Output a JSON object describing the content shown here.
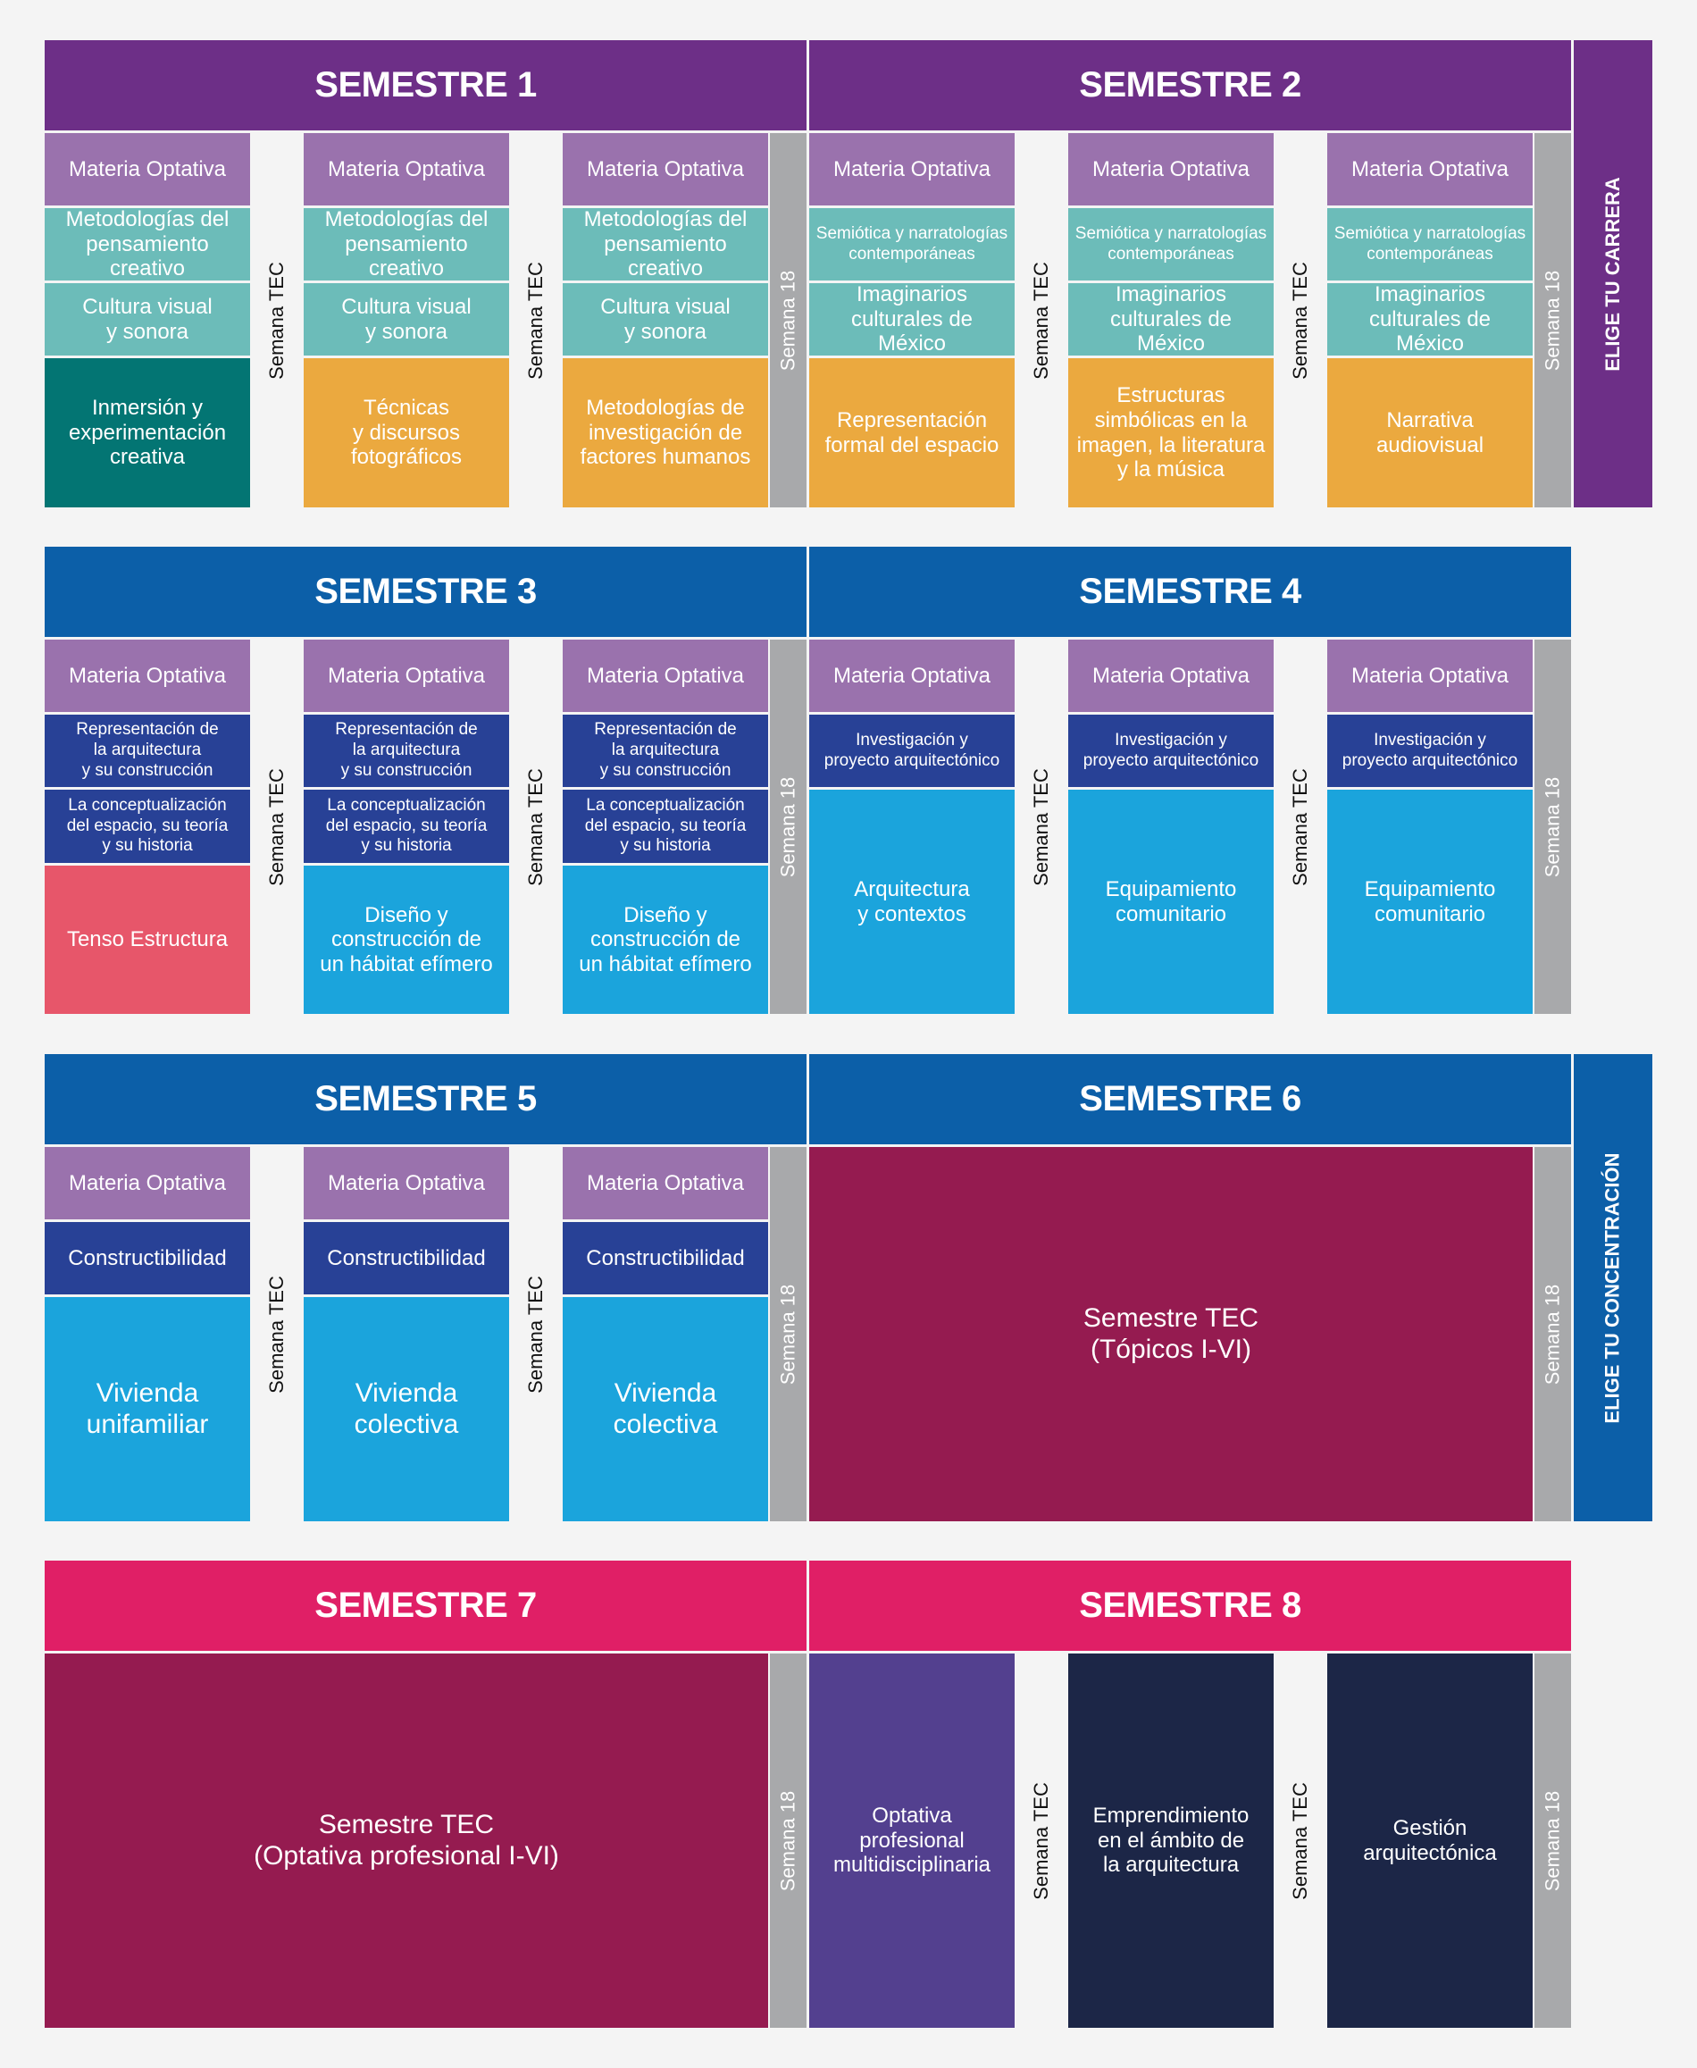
{
  "labels": {
    "materia_optativa": "Materia Optativa",
    "semana_tec": "Semana TEC",
    "semana_18": "Semana 18",
    "elige_carrera": "ELIGE TU CARRERA",
    "elige_concentracion": "ELIGE TU CONCENTRACIÓN"
  },
  "semesters": {
    "s1": {
      "title": "SEMESTRE 1"
    },
    "s2": {
      "title": "SEMESTRE 2"
    },
    "s3": {
      "title": "SEMESTRE 3"
    },
    "s4": {
      "title": "SEMESTRE 4"
    },
    "s5": {
      "title": "SEMESTRE 5"
    },
    "s6": {
      "title": "SEMESTRE 6"
    },
    "s7": {
      "title": "SEMESTRE 7"
    },
    "s8": {
      "title": "SEMESTRE 8"
    }
  },
  "courses": {
    "metodologias_pensamiento": "Metodologías del\npensamiento creativo",
    "cultura_visual": "Cultura visual\ny sonora",
    "inmersion": "Inmersión y\nexperimentación\ncreativa",
    "tecnicas_fotograficos": "Técnicas\ny discursos\nfotográficos",
    "metodologias_investigacion": "Metodologías de\ninvestigación de\nfactores humanos",
    "semiotica": "Semiótica y narratologías\ncontemporáneas",
    "imaginarios": "Imaginarios\nculturales de México",
    "representacion_formal": "Representación\nformal del espacio",
    "estructuras_simbolicas": "Estructuras\nsimbólicas en la\nimagen, la literatura\ny la música",
    "narrativa": "Narrativa\naudiovisual",
    "representacion_arquitectura": "Representación de\nla arquitectura\ny su construcción",
    "conceptualizacion": "La conceptualización\ndel espacio, su teoría\ny su historia",
    "tenso": "Tenso Estructura",
    "habitat": "Diseño y\nconstrucción de\nun hábitat efímero",
    "investigacion_proyecto": "Investigación y\nproyecto arquitectónico",
    "arquitectura_contextos": "Arquitectura\ny contextos",
    "equipamiento": "Equipamiento\ncomunitario",
    "constructibilidad": "Constructibilidad",
    "vivienda_unifamiliar": "Vivienda\nunifamiliar",
    "vivienda_colectiva": "Vivienda\ncolectiva",
    "semestre_tec_topicos": "Semestre TEC\n(Tópicos I-VI)",
    "semestre_tec_optativa": "Semestre TEC\n(Optativa profesional I-VI)",
    "optativa_multidisciplinaria": "Optativa\nprofesional\nmultidisciplinaria",
    "emprendimiento": "Emprendimiento\nen el ámbito de\nla arquitectura",
    "gestion": "Gestión\narquitectónica"
  },
  "colors": {
    "purple_header": "#6d2f87",
    "blue_header": "#0c5fa8",
    "pink_header": "#e01f66",
    "optativa": "#9a72ad",
    "teal": "#6cbcb9",
    "dark_teal": "#037573",
    "orange": "#eba93f",
    "navy": "#284196",
    "cyan": "#1ba4dc",
    "coral": "#e7566a",
    "maroon": "#951b50",
    "indigo": "#53408f",
    "dark_navy": "#1c2647",
    "gray": "#a8a9ab"
  }
}
